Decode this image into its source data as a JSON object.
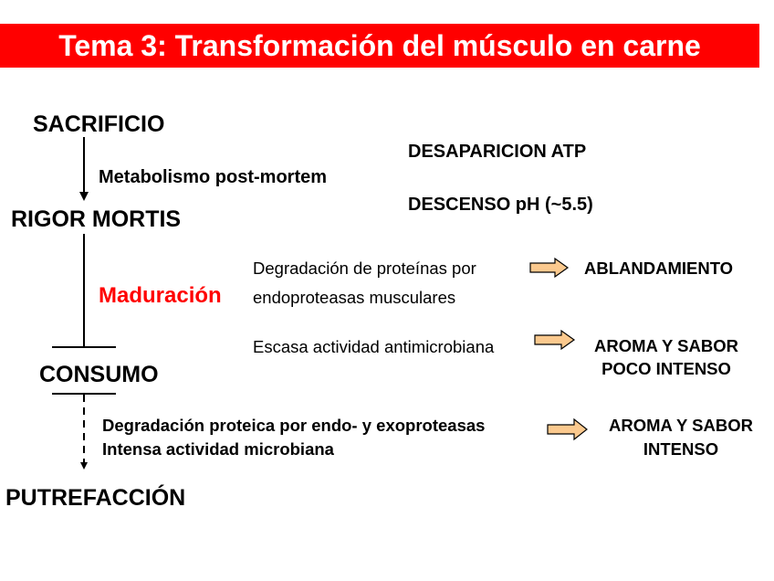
{
  "header": {
    "title": "Tema 3: Transformación del músculo en carne",
    "bg_color": "#ff0000"
  },
  "stages": {
    "sacrificio": "SACRIFICIO",
    "rigor_mortis": "RIGOR MORTIS",
    "consumo": "CONSUMO",
    "putrefaccion": "PUTREFACCIÓN"
  },
  "transitions": {
    "post_mortem": "Metabolismo post-mortem",
    "maduracion": "Maduración",
    "putrefaction_causes": [
      "Degradación proteica por endo- y exoproteasas",
      "Intensa actividad microbiana"
    ]
  },
  "rigor_effects": [
    "DESAPARICION ATP",
    "DESCENSO pH (~5.5)"
  ],
  "maduracion_effects": [
    {
      "cause": [
        "Degradación de proteínas por",
        "endoproteasas musculares"
      ],
      "result": [
        "ABLANDAMIENTO"
      ]
    },
    {
      "cause": [
        "Escasa actividad antimicrobiana"
      ],
      "result": [
        "AROMA Y SABOR",
        "POCO INTENSO"
      ]
    }
  ],
  "putrefaction_result": [
    "AROMA Y SABOR",
    "INTENSO"
  ],
  "colors": {
    "arrow_fill": "#fbc98e",
    "accent_red": "#ff0000"
  }
}
